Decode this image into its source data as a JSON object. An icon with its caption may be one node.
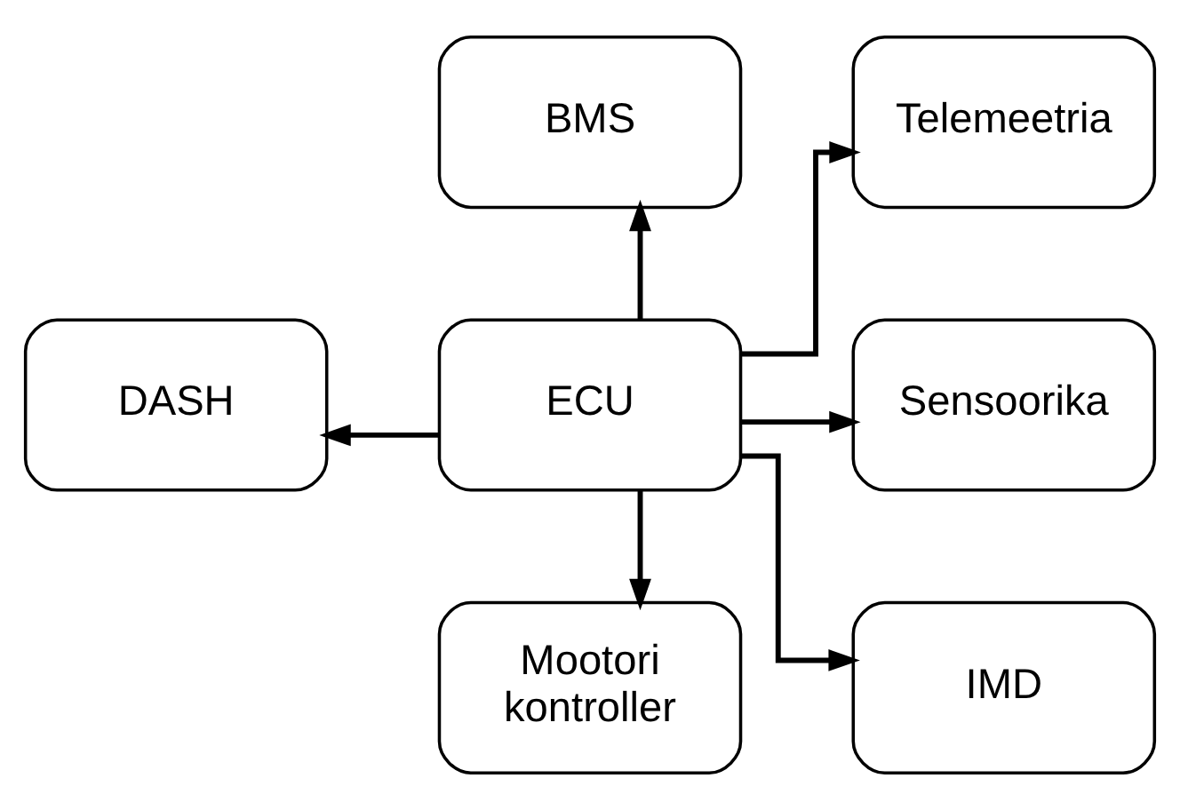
{
  "diagram": {
    "nodes": [
      {
        "text": [
          "BMS"
        ]
      },
      {
        "text": [
          "Telemeetria"
        ]
      },
      {
        "text": [
          "DASH"
        ]
      },
      {
        "text": [
          "ECU"
        ]
      },
      {
        "text": [
          "Sensoorika"
        ]
      },
      {
        "text": [
          "Mootori kontroller"
        ]
      },
      {
        "text": [
          "IMD"
        ]
      }
    ],
    "edges": [
      {
        "from": 3,
        "to": 0,
        "arrow": "to"
      },
      {
        "from": 3,
        "to": 1,
        "arrow": "to"
      },
      {
        "from": 3,
        "to": 2,
        "arrow": "to"
      },
      {
        "from": 3,
        "to": 4,
        "arrow": "to"
      },
      {
        "from": 3,
        "to": 5,
        "arrow": "to"
      },
      {
        "from": 3,
        "to": 6,
        "arrow": "to"
      }
    ]
  }
}
